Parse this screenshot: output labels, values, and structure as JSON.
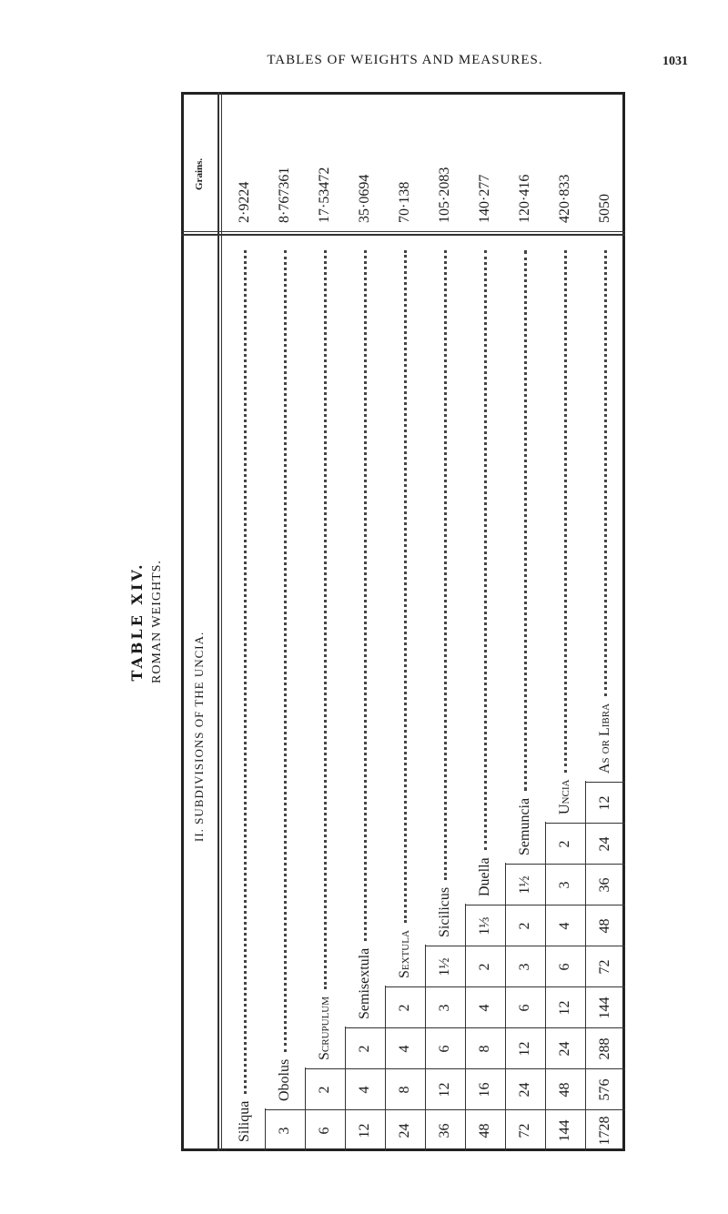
{
  "running_head": "TABLES OF WEIGHTS AND MEASURES.",
  "page_number": "1031",
  "table": {
    "title": "TABLE XIV.",
    "subtitle": "ROMAN WEIGHTS.",
    "header_main": "II. SUBDIVISIONS OF THE UNCIA.",
    "header_grains": "Grains.",
    "rows": [
      {
        "numbers": [],
        "label": "Siliqua",
        "label_style": "normal",
        "grains": "2·9224"
      },
      {
        "numbers": [
          "3"
        ],
        "label": "Obolus",
        "label_style": "normal",
        "grains": "8·767361"
      },
      {
        "numbers": [
          "6",
          "2"
        ],
        "label": "Scrupulum",
        "label_style": "smallcaps",
        "grains": "17·53472"
      },
      {
        "numbers": [
          "12",
          "4",
          "2"
        ],
        "label": "Semisextula",
        "label_style": "normal",
        "grains": "35·0694"
      },
      {
        "numbers": [
          "24",
          "8",
          "4",
          "2"
        ],
        "label": "Sextula",
        "label_style": "smallcaps",
        "grains": "70·138"
      },
      {
        "numbers": [
          "36",
          "12",
          "6",
          "3",
          "1½"
        ],
        "label": "Sicilicus",
        "label_style": "normal",
        "grains": "105·2083"
      },
      {
        "numbers": [
          "48",
          "16",
          "8",
          "4",
          "2",
          "1⅓"
        ],
        "label": "Duella",
        "label_style": "normal",
        "grains": "140·277"
      },
      {
        "numbers": [
          "72",
          "24",
          "12",
          "6",
          "3",
          "2",
          "1½"
        ],
        "label": "Semuncia",
        "label_style": "normal",
        "grains": "120·416"
      },
      {
        "numbers": [
          "144",
          "48",
          "24",
          "12",
          "6",
          "4",
          "3",
          "2"
        ],
        "label": "Uncia",
        "label_style": "smallcaps",
        "grains": "420·833"
      },
      {
        "numbers": [
          "1728",
          "576",
          "288",
          "144",
          "72",
          "48",
          "36",
          "24",
          "12"
        ],
        "label": "As or Libra",
        "label_style": "smallcaps",
        "grains": "5050"
      }
    ]
  }
}
